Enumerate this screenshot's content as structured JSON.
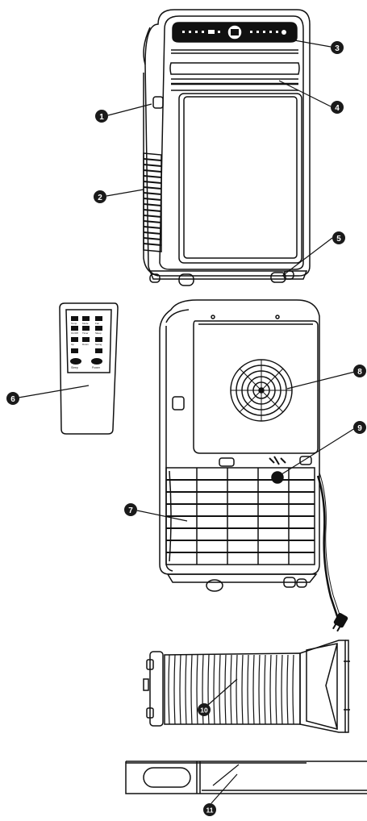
{
  "callouts": [
    {
      "number": "1",
      "target": "side-handle"
    },
    {
      "number": "2",
      "target": "side-air-intake-grille"
    },
    {
      "number": "3",
      "target": "control-panel"
    },
    {
      "number": "4",
      "target": "air-outlet-louver"
    },
    {
      "number": "5",
      "target": "caster-wheel"
    },
    {
      "number": "6",
      "target": "remote-control"
    },
    {
      "number": "7",
      "target": "rear-air-intake-grille"
    },
    {
      "number": "8",
      "target": "exhaust-outlet"
    },
    {
      "number": "9",
      "target": "drain-outlet"
    },
    {
      "number": "10",
      "target": "exhaust-hose"
    },
    {
      "number": "11",
      "target": "window-slider-kit"
    }
  ],
  "remote": {
    "button_labels": [
      "Temp",
      "Mode",
      "Fan",
      "On/Off",
      "Timer",
      "Sleep",
      "Up",
      "Down",
      "Swing"
    ],
    "bottom_labels": [
      "Sleep",
      "Power"
    ]
  },
  "colors": {
    "line": "#111111",
    "callout_fill": "#1a1a1a",
    "background": "#ffffff"
  }
}
